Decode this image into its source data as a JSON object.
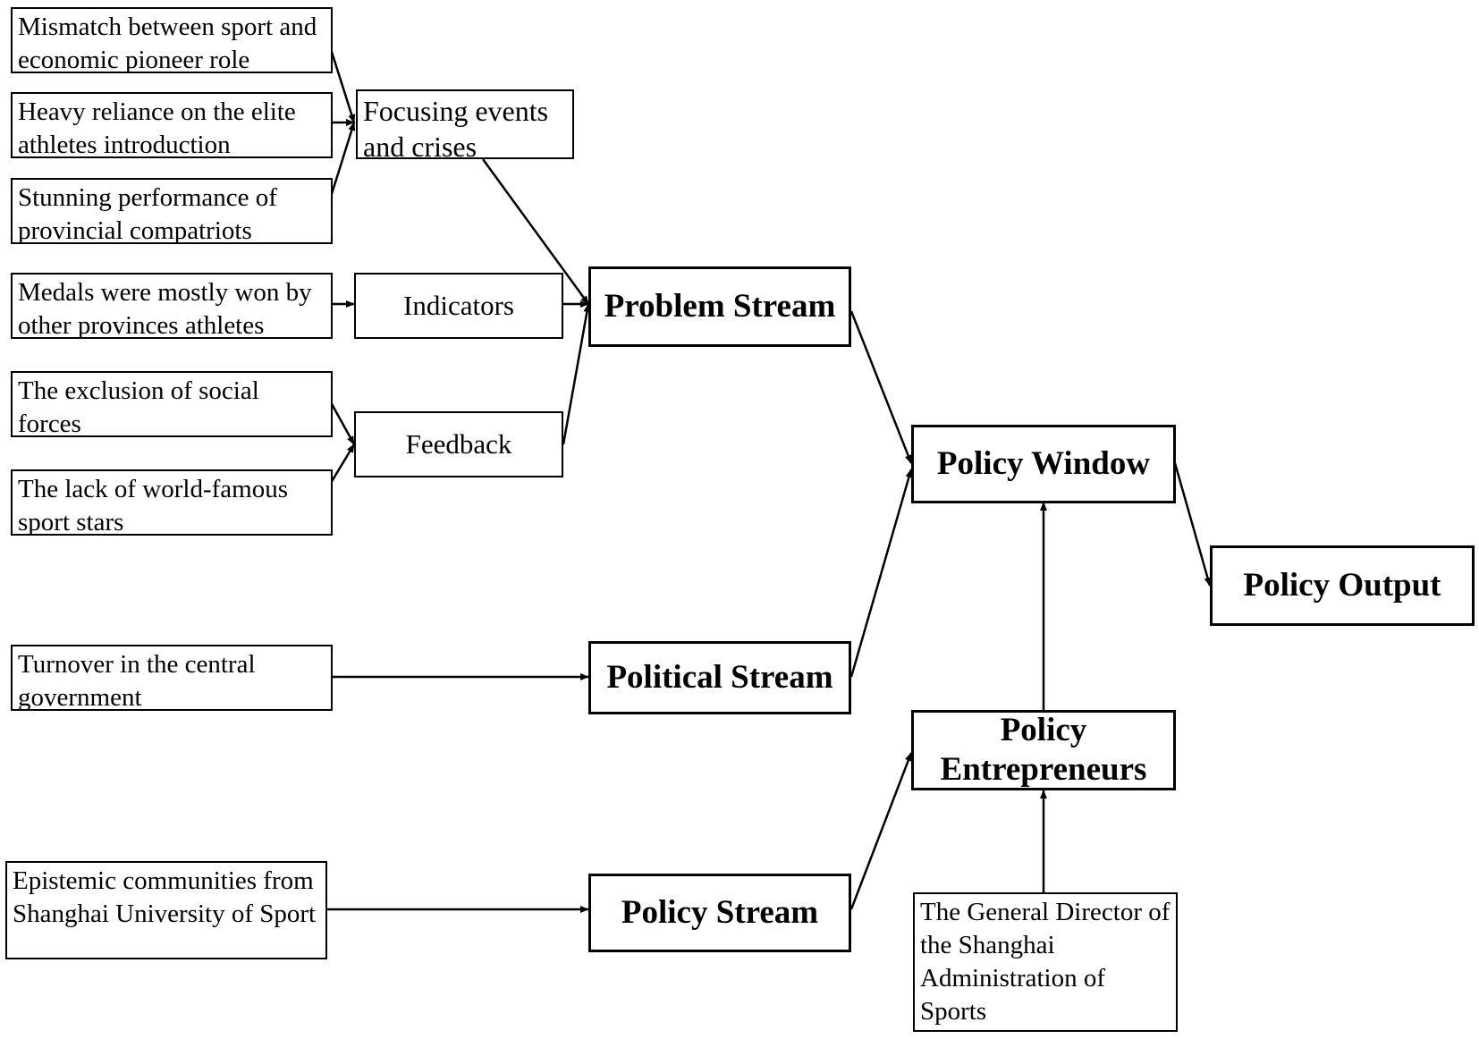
{
  "nodes": {
    "mismatch": "Mismatch between sport and economic pioneer role",
    "reliance": "Heavy reliance on the elite athletes introduction",
    "stunning": "Stunning performance of provincial compatriots",
    "medals": "Medals were mostly won by other provinces athletes",
    "exclusion": "The exclusion of social forces",
    "lack": "The lack of world-famous sport stars",
    "turnover": "Turnover in the central government",
    "epistemic": "Epistemic communities from Shanghai University of Sport",
    "focusing": "Focusing events and crises",
    "indicators": "Indicators",
    "feedback": "Feedback",
    "problem_stream": "Problem Stream",
    "political_stream": "Political Stream",
    "policy_stream": "Policy Stream",
    "policy_window": "Policy Window",
    "policy_entrepreneurs": "Policy Entrepreneurs",
    "general_director": "The General Director of the Shanghai Administration of Sports",
    "policy_output": "Policy Output"
  },
  "edges": [
    [
      "mismatch",
      "focusing"
    ],
    [
      "reliance",
      "focusing"
    ],
    [
      "stunning",
      "focusing"
    ],
    [
      "focusing",
      "problem_stream"
    ],
    [
      "medals",
      "indicators"
    ],
    [
      "indicators",
      "problem_stream"
    ],
    [
      "exclusion",
      "feedback"
    ],
    [
      "lack",
      "feedback"
    ],
    [
      "feedback",
      "problem_stream"
    ],
    [
      "problem_stream",
      "policy_window"
    ],
    [
      "turnover",
      "political_stream"
    ],
    [
      "political_stream",
      "policy_window"
    ],
    [
      "epistemic",
      "policy_stream"
    ],
    [
      "policy_stream",
      "policy_entrepreneurs"
    ],
    [
      "general_director",
      "policy_entrepreneurs"
    ],
    [
      "policy_entrepreneurs",
      "policy_window"
    ],
    [
      "policy_window",
      "policy_output"
    ]
  ]
}
